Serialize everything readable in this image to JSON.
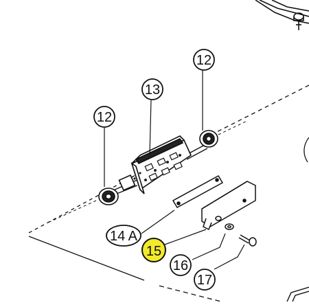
{
  "diagram": {
    "callouts": {
      "c12_top": "12",
      "c13": "13",
      "c12_left": "12",
      "c14a": "14 A",
      "c15": "15",
      "c16": "16",
      "c17": "17"
    },
    "colors": {
      "line": "#111111",
      "highlight": "#f2ea2a",
      "background": "#ffffff"
    }
  }
}
